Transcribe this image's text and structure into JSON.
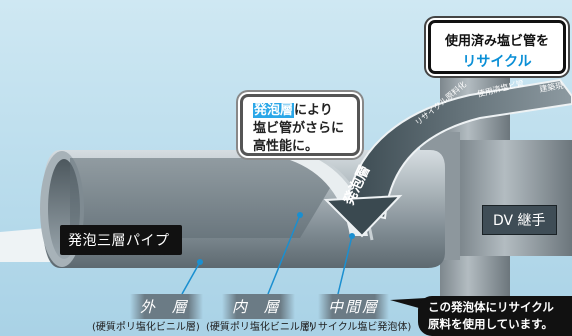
{
  "pipe_label": "発泡三層パイプ",
  "joint_label": "DV 継手",
  "recycle_callout": {
    "line1": "使用済み塩ビ管を",
    "line2": "リサイクル"
  },
  "foam_callout": {
    "highlight": "発泡層",
    "line1_rest": "により",
    "line2": "塩ビ管がさらに",
    "line3": "高性能に。"
  },
  "arrow_text": [
    "リサイクル原料化",
    "使用済塩ビ管",
    "建築現"
  ],
  "foam_layer_label": "発泡層",
  "layers": [
    {
      "name": "外 層",
      "sub": "(硬質ポリ塩化ビニル層)"
    },
    {
      "name": "内 層",
      "sub": "(硬質ポリ塩化ビニル層)"
    },
    {
      "name": "中間層",
      "sub": "(リサイクル塩ビ発泡体)"
    }
  ],
  "bottom_note": {
    "line1": "この発泡体にリサイクル",
    "line2": "原料を使用しています。"
  },
  "colors": {
    "background": "#bfe0ef",
    "pipe": "#8c979d",
    "accent_blue": "#0a8fd6",
    "highlight": "#2aa7e8"
  }
}
